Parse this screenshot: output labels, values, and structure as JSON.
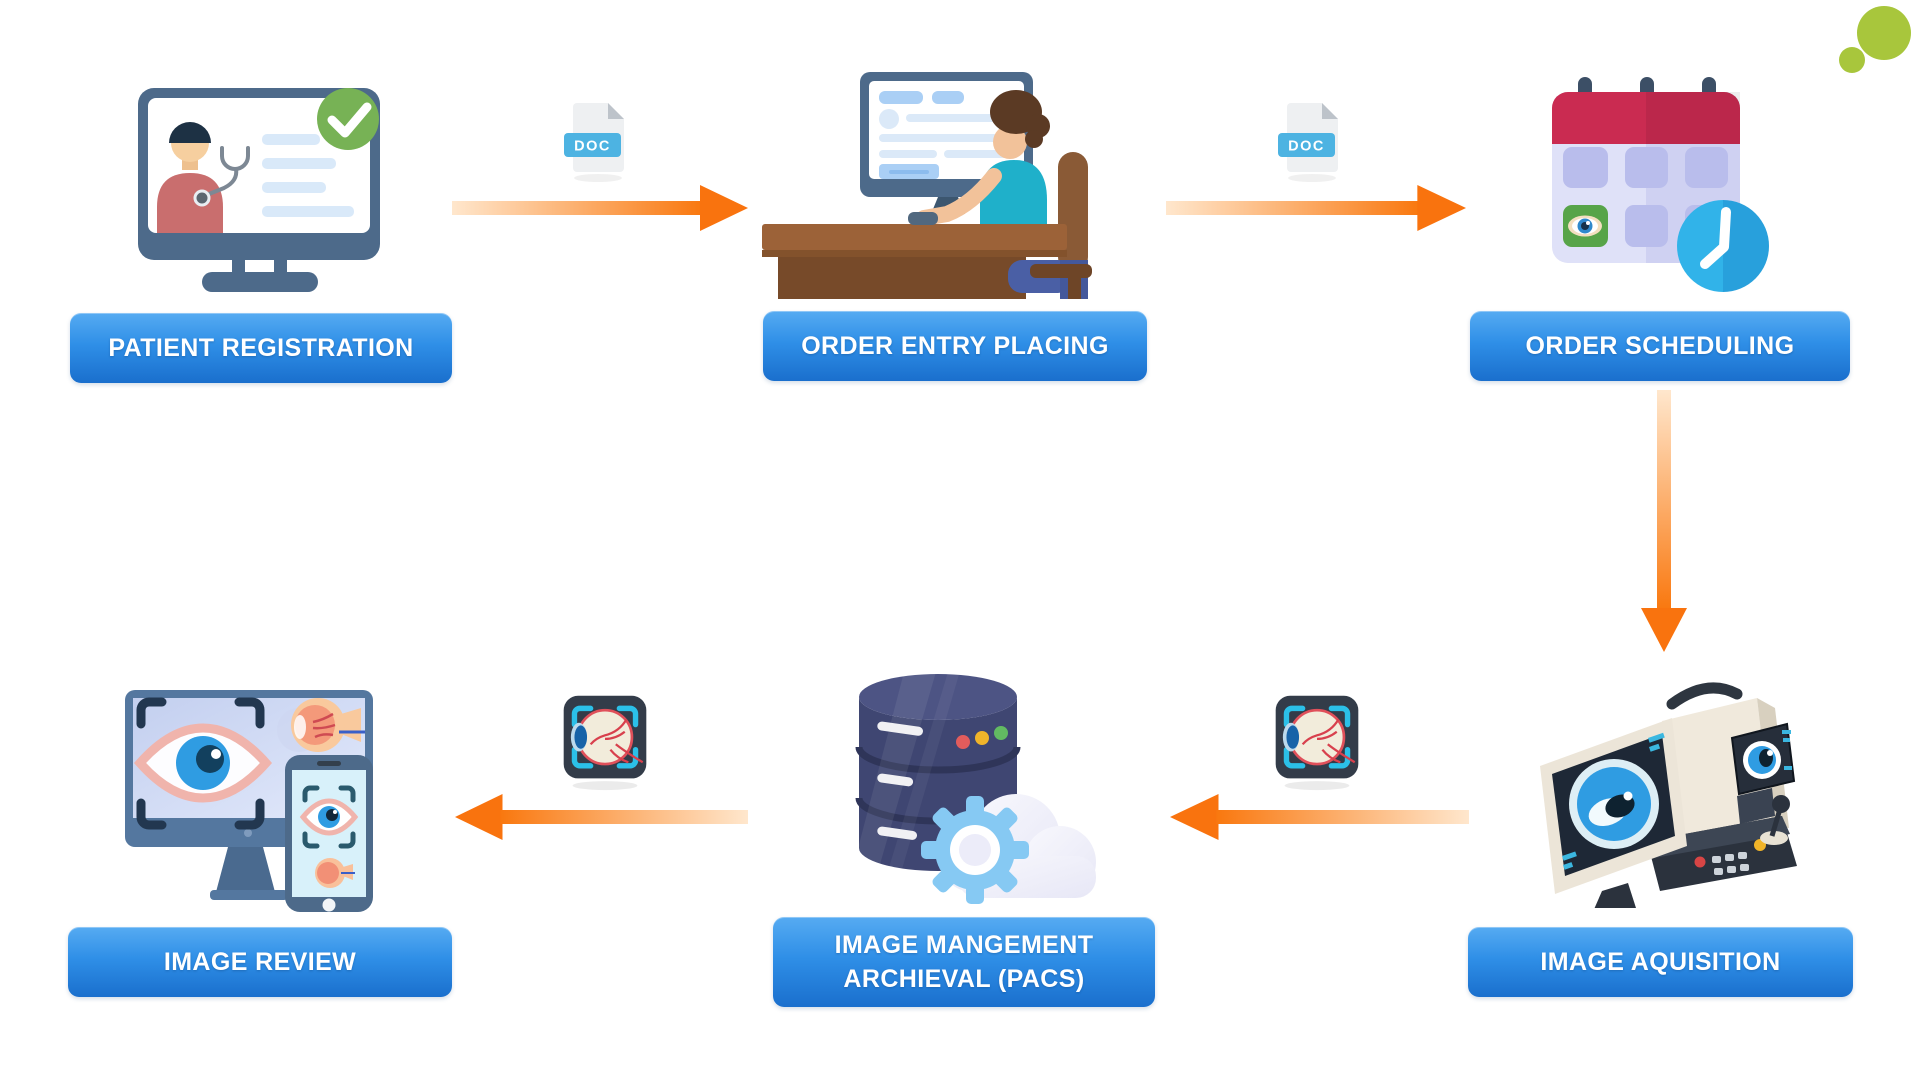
{
  "diagram_type": "workflow-flowchart",
  "steps": [
    {
      "id": "patient-registration",
      "label": "PATIENT REGISTRATION",
      "icon": "patient-registration-monitor-icon"
    },
    {
      "id": "order-entry-placing",
      "label": "ORDER ENTRY PLACING",
      "icon": "order-entry-desk-icon"
    },
    {
      "id": "order-scheduling",
      "label": "ORDER SCHEDULING",
      "icon": "calendar-clock-icon"
    },
    {
      "id": "image-aquisition",
      "label": "IMAGE AQUISITION",
      "icon": "eye-scanner-machine-icon"
    },
    {
      "id": "image-management-archieval-pacs",
      "label_lines": [
        "IMAGE MANGEMENT",
        "ARCHIEVAL (PACS)"
      ],
      "icon": "pacs-database-cloud-gear-icon"
    },
    {
      "id": "image-review",
      "label": "IMAGE REVIEW",
      "icon": "image-review-monitor-phone-icon"
    }
  ],
  "connectors": [
    {
      "from": "patient-registration",
      "to": "order-entry-placing",
      "direction": "right",
      "badge": "DOC"
    },
    {
      "from": "order-entry-placing",
      "to": "order-scheduling",
      "direction": "right",
      "badge": "DOC"
    },
    {
      "from": "order-scheduling",
      "to": "image-aquisition",
      "direction": "down",
      "badge": null
    },
    {
      "from": "image-aquisition",
      "to": "image-management-archieval-pacs",
      "direction": "left",
      "badge": "eye-scan"
    },
    {
      "from": "image-management-archieval-pacs",
      "to": "image-review",
      "direction": "left",
      "badge": "eye-scan"
    }
  ],
  "badges": {
    "doc_label": "DOC"
  },
  "colors": {
    "background": "#FFFFFF",
    "label_gradient_top": "#56ABF2",
    "label_gradient_bottom": "#1A6FCD",
    "label_text": "#FFFFFF",
    "arrow_light": "#FFE7CD",
    "arrow_dark": "#F9730E",
    "doc_badge_blue": "#4DB3E2",
    "check_green": "#77B255",
    "deco_green": "#A8C63C",
    "monitor_slate": "#4D6A8A",
    "database_indigo": "#3F4672",
    "calendar_red": "#CA2B51",
    "clock_blue": "#31B3E9",
    "eye_iris_blue": "#2F9CE2",
    "scan_bracket_cyan": "#2BC0E8"
  }
}
